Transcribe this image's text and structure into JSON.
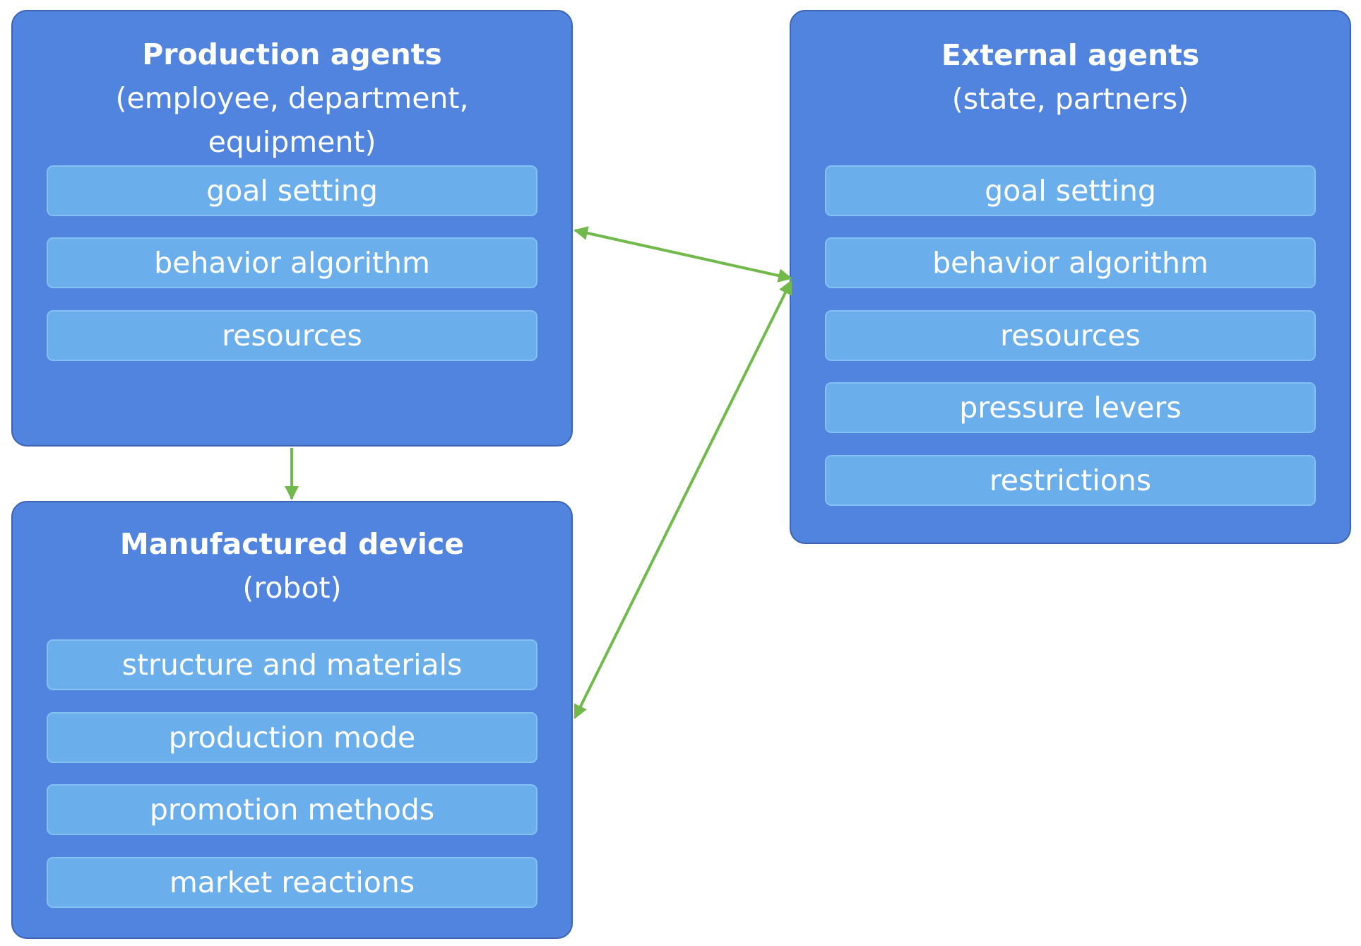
{
  "panels": {
    "production": {
      "title": "Production agents",
      "subtitle": "(employee, department, equipment)",
      "items": [
        "goal setting",
        "behavior algorithm",
        "resources"
      ]
    },
    "external": {
      "title": "External agents",
      "subtitle": "(state, partners)",
      "items": [
        "goal setting",
        "behavior algorithm",
        "resources",
        "pressure levers",
        "restrictions"
      ]
    },
    "device": {
      "title": "Manufactured device",
      "subtitle": "(robot)",
      "items": [
        "structure and materials",
        "production mode",
        "promotion methods",
        "market reactions"
      ]
    }
  },
  "colors": {
    "panel_fill": "#5184de",
    "panel_border": "#3c64b0",
    "item_fill": "#6aaeec",
    "item_border": "#84c0f2",
    "arrow": "#70b94a",
    "text": "#ffffff"
  },
  "connectors": [
    {
      "from": "production",
      "to": "external",
      "bidirectional": true
    },
    {
      "from": "production",
      "to": "device",
      "bidirectional": false
    },
    {
      "from": "device",
      "to": "external",
      "bidirectional": true
    }
  ]
}
